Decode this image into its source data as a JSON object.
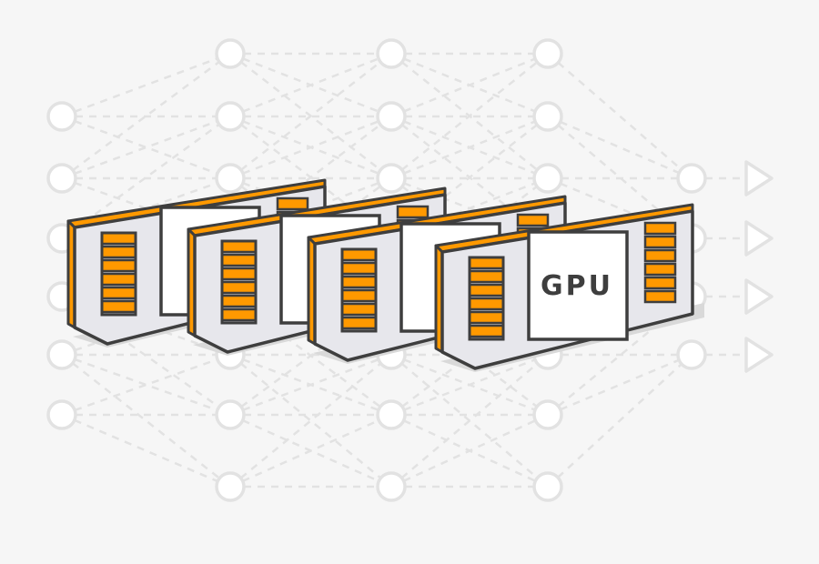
{
  "illustration": {
    "card_label": "GPU",
    "card_count": 4,
    "output_count": 4,
    "colors": {
      "background": "#f6f6f6",
      "network": "#e2e2e2",
      "node_fill": "#ffffff",
      "card_body": "#e7e7ec",
      "card_shadow": "#d9d9d9",
      "outline": "#3e3e3e",
      "accent": "#ff9900",
      "accent_edge": "#f08a00",
      "chip_fill": "#ffffff"
    },
    "icons": [
      "gpu-card-icon",
      "neural-network-node-icon",
      "output-arrow-icon"
    ]
  }
}
